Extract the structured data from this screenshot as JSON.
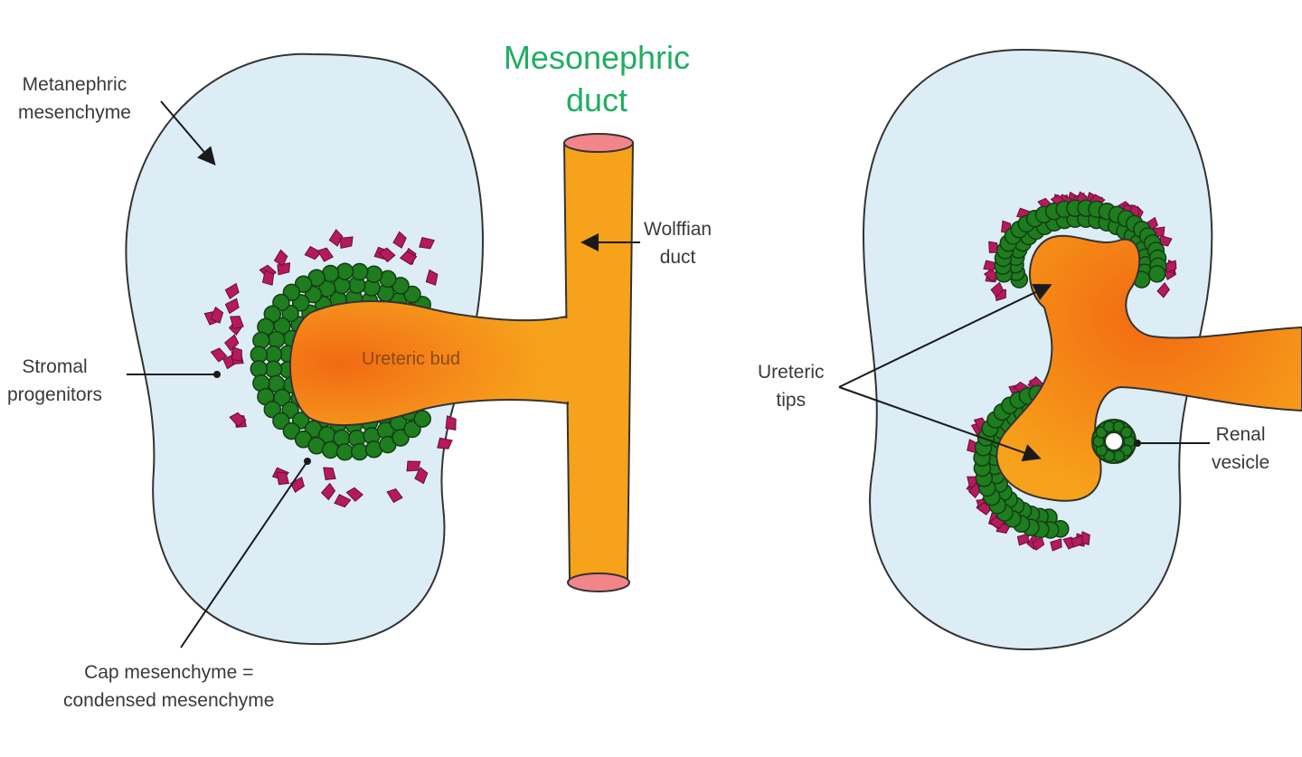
{
  "title": {
    "line1": "Mesonephric",
    "line2": "duct"
  },
  "labels": {
    "metanephric": {
      "line1": "Metanephric",
      "line2": "mesenchyme"
    },
    "wolffian": {
      "line1": "Wolffian",
      "line2": "duct"
    },
    "stromal": {
      "line1": "Stromal",
      "line2": "progenitors"
    },
    "ureteric_bud": "Ureteric bud",
    "cap": {
      "line1": "Cap mesenchyme =",
      "line2": "condensed mesenchyme"
    },
    "ureteric_tips": {
      "line1": "Ureteric",
      "line2": "tips"
    },
    "renal_vesicle": {
      "line1": "Renal",
      "line2": "vesicle"
    }
  },
  "colors": {
    "mesenchyme_fill": "#dcedf6",
    "duct_orange": "#f7a21b",
    "bud_gradient_core": "#f26a12",
    "cap_green": "#1e7d1e",
    "stromal_magenta": "#b51a5c",
    "duct_lumen_pink": "#f2858a",
    "title_green": "#1fae62"
  }
}
